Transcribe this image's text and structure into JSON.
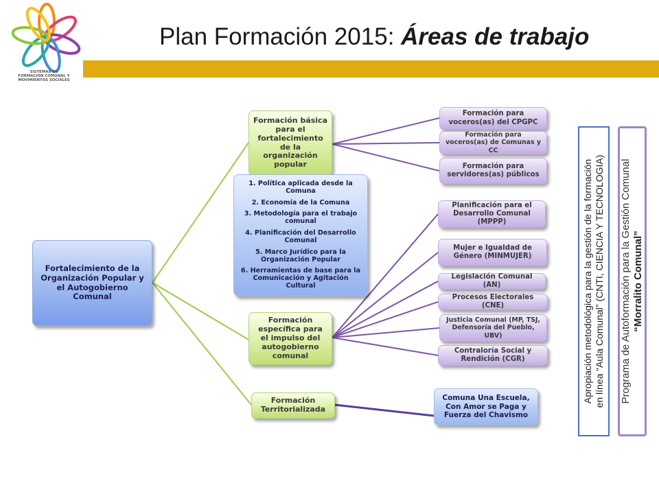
{
  "header": {
    "title_regular": "Plan Formación 2015: ",
    "title_bold": "Áreas de trabajo",
    "logo_line1": "SISTEMAS DE",
    "logo_line2": "FORMACIÓN COMUNAL Y",
    "logo_line3": "MOVIMIENTOS SOCIALES",
    "accent_color": "#e0ab0f"
  },
  "diagram": {
    "root": "Fortalecimiento de la Organización Popular y el Autogobierno Comunal",
    "branch_basica": "Formación básica para el fortalecimiento de la organización popular",
    "basica_leaves": [
      "Formación para voceros(as) del CPGPC",
      "Formación para voceros(as) de Comunas y CC",
      "Formación para servidores(as) públicos"
    ],
    "topics": [
      "1. Política aplicada desde la Comuna",
      "2. Economía de la Comuna",
      "3. Metodología para el trabajo comunal",
      "4. Planificación del Desarrollo Comunal",
      "5. Marco Jurídico para la Organización Popular",
      "6. Herramientas de base para la Comunicación y Agitación Cultural"
    ],
    "branch_especifica": "Formación específica para el impulso del autogobierno comunal",
    "especifica_leaves": [
      "Planificación para el Desarrollo Comunal (MPPP)",
      "Mujer e Igualdad de Género (MINMUJER)",
      "Legislación Comunal (AN)",
      "Procesos Electorales (CNE)",
      "Justicia Comunal (MP, TSJ, Defensoría del Pueblo, UBV)",
      "Contraloría Social y Rendición (CGR)"
    ],
    "branch_territorial": "Formación Territorializada",
    "territorial_leaf": "Comuna Una Escuela, Con Amor se Paga y Fuerza del Chavismo",
    "colors": {
      "green_line": "#9ccc4e",
      "purple_line": "#7b55a4",
      "blue_border": "#4a6ccf",
      "purple_border": "#9f86c9"
    }
  },
  "side_panels": {
    "aula_line1": "Apropiación metodológica para la gestión de la formación",
    "aula_line2": "en línea “Aula Comunal” (CNTI, CIENCIA Y TECNOLOGIA)",
    "morralito_line1": "Programa de Autoformación para la Gestión Comunal",
    "morralito_line2": "“Morralito Comunal”"
  }
}
